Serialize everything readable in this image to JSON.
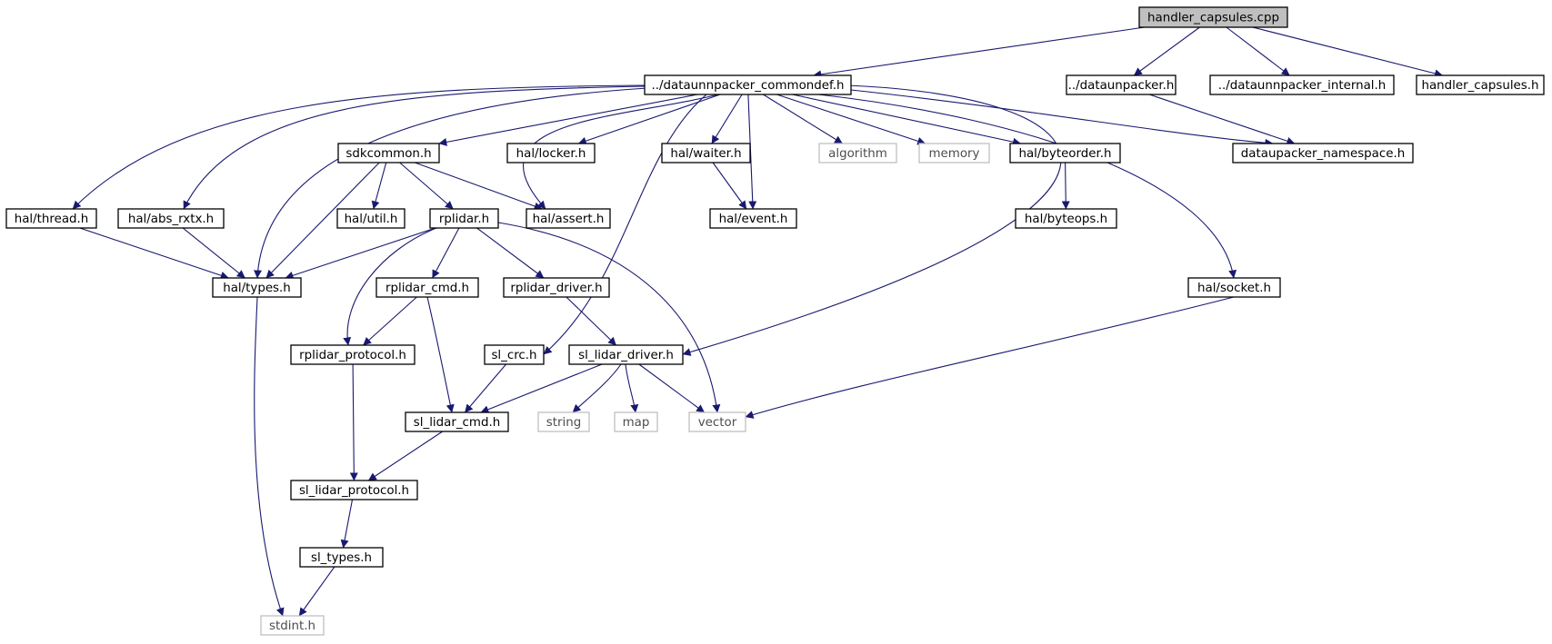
{
  "graph": {
    "title": "",
    "nodes": {
      "root": "handler_capsules.cpp",
      "commondef": "../dataunnpacker_commondef.h",
      "dataunpacker": "../dataunpacker.h",
      "internal": "../dataunnpacker_internal.h",
      "capsules_h": "handler_capsules.h",
      "thread": "hal/thread.h",
      "abs_rxtx": "hal/abs_rxtx.h",
      "sdkcommon": "sdkcommon.h",
      "locker": "hal/locker.h",
      "waiter": "hal/waiter.h",
      "algorithm": "algorithm",
      "memory": "memory",
      "byteorder": "hal/byteorder.h",
      "namespace": "dataupacker_namespace.h",
      "util": "hal/util.h",
      "rplidar": "rplidar.h",
      "assert": "hal/assert.h",
      "event": "hal/event.h",
      "byteops": "hal/byteops.h",
      "types": "hal/types.h",
      "rplidar_cmd": "rplidar_cmd.h",
      "rplidar_driver": "rplidar_driver.h",
      "socket": "hal/socket.h",
      "rplidar_protocol": "rplidar_protocol.h",
      "sl_crc": "sl_crc.h",
      "sl_lidar_driver": "sl_lidar_driver.h",
      "sl_lidar_cmd": "sl_lidar_cmd.h",
      "string": "string",
      "map": "map",
      "vector": "vector",
      "sl_lidar_protocol": "sl_lidar_protocol.h",
      "sl_types": "sl_types.h",
      "stdint": "stdint.h"
    },
    "external_nodes": [
      "algorithm",
      "memory",
      "string",
      "map",
      "vector",
      "stdint"
    ],
    "edges": [
      [
        "root",
        "commondef"
      ],
      [
        "root",
        "dataunpacker"
      ],
      [
        "root",
        "internal"
      ],
      [
        "root",
        "capsules_h"
      ],
      [
        "commondef",
        "thread"
      ],
      [
        "commondef",
        "abs_rxtx"
      ],
      [
        "commondef",
        "types"
      ],
      [
        "commondef",
        "sdkcommon"
      ],
      [
        "commondef",
        "assert"
      ],
      [
        "commondef",
        "locker"
      ],
      [
        "commondef",
        "sl_crc"
      ],
      [
        "commondef",
        "waiter"
      ],
      [
        "commondef",
        "event"
      ],
      [
        "commondef",
        "algorithm"
      ],
      [
        "commondef",
        "memory"
      ],
      [
        "commondef",
        "byteorder"
      ],
      [
        "commondef",
        "namespace"
      ],
      [
        "commondef",
        "sl_lidar_driver"
      ],
      [
        "commondef",
        "socket"
      ],
      [
        "dataunpacker",
        "namespace"
      ],
      [
        "sdkcommon",
        "types"
      ],
      [
        "sdkcommon",
        "util"
      ],
      [
        "sdkcommon",
        "rplidar"
      ],
      [
        "sdkcommon",
        "assert"
      ],
      [
        "waiter",
        "event"
      ],
      [
        "byteorder",
        "byteops"
      ],
      [
        "thread",
        "types"
      ],
      [
        "abs_rxtx",
        "types"
      ],
      [
        "rplidar",
        "types"
      ],
      [
        "rplidar",
        "rplidar_protocol"
      ],
      [
        "rplidar",
        "rplidar_cmd"
      ],
      [
        "rplidar",
        "rplidar_driver"
      ],
      [
        "rplidar",
        "vector"
      ],
      [
        "types",
        "stdint"
      ],
      [
        "rplidar_cmd",
        "rplidar_protocol"
      ],
      [
        "rplidar_cmd",
        "sl_lidar_cmd"
      ],
      [
        "rplidar_driver",
        "sl_lidar_driver"
      ],
      [
        "socket",
        "vector"
      ],
      [
        "sl_crc",
        "sl_lidar_cmd"
      ],
      [
        "sl_lidar_driver",
        "sl_lidar_cmd"
      ],
      [
        "sl_lidar_driver",
        "string"
      ],
      [
        "sl_lidar_driver",
        "map"
      ],
      [
        "sl_lidar_driver",
        "vector"
      ],
      [
        "rplidar_protocol",
        "sl_lidar_protocol"
      ],
      [
        "sl_lidar_cmd",
        "sl_lidar_protocol"
      ],
      [
        "sl_lidar_protocol",
        "sl_types"
      ],
      [
        "sl_types",
        "stdint"
      ]
    ]
  },
  "colors": {
    "edge": "#191970",
    "root_fill": "#bfbfbf",
    "node_border": "#000000",
    "external_border": "#bfbfbf"
  }
}
